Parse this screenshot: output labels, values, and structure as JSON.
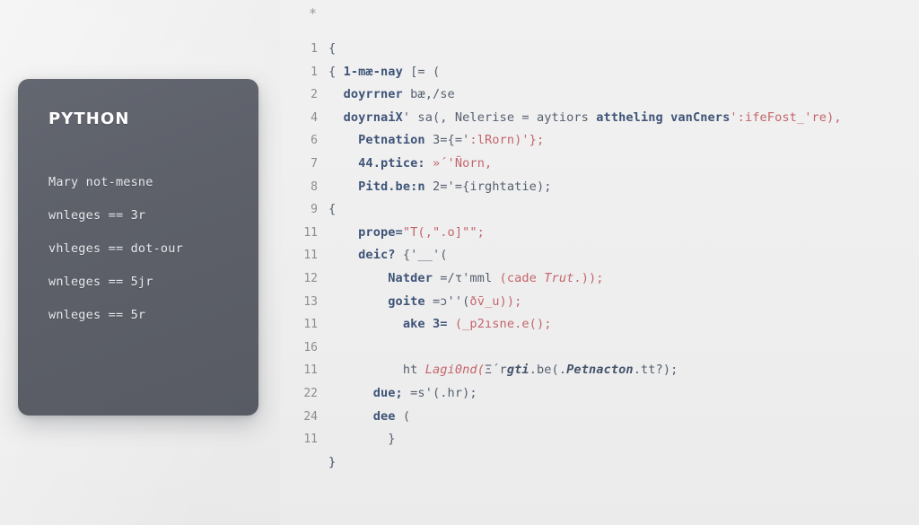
{
  "theme": {
    "background": "#eaeaea",
    "panel_background": "#efefef",
    "card_background": "#5d6069",
    "card_text": "#eceef1",
    "code_default": "#46536b",
    "code_string": "#c4656b",
    "code_keyword": "#3f5478",
    "line_number": "#8d8d8d",
    "marker": "#9a9a9a"
  },
  "card": {
    "title": "PYTHON",
    "lines": [
      "Mary not-mesne",
      "wnleges == 3r",
      "vhleges == dot-our",
      "wnleges == 5jr",
      "wnleges == 5r"
    ]
  },
  "editor": {
    "marker_glyph": "*",
    "closing_brace": "}",
    "rows": [
      {
        "line": "1",
        "segments": [
          {
            "t": "{",
            "c": "p"
          }
        ]
      },
      {
        "line": "1",
        "segments": [
          {
            "t": "{ ",
            "c": "p"
          },
          {
            "t": "1-mæ-nay ",
            "c": "k"
          },
          {
            "t": "[= (",
            "c": "p"
          }
        ]
      },
      {
        "line": "2",
        "segments": [
          {
            "t": "  doyrrner ",
            "c": "k"
          },
          {
            "t": "bæ,/se",
            "c": "p"
          }
        ]
      },
      {
        "line": "4",
        "segments": [
          {
            "t": "  doyrnaiX",
            "c": "k"
          },
          {
            "t": "' sa(, ",
            "c": "p"
          },
          {
            "t": "Nelerise = aytiors ",
            "c": "p"
          },
          {
            "t": "attheling vanCners",
            "c": "k"
          },
          {
            "t": "':ifeFost_'re),",
            "c": "s"
          }
        ]
      },
      {
        "line": "6",
        "segments": [
          {
            "t": "    Petnation ",
            "c": "k"
          },
          {
            "t": "3={='",
            "c": "p"
          },
          {
            "t": ":lRorn)'};",
            "c": "s"
          }
        ]
      },
      {
        "line": "7",
        "segments": [
          {
            "t": "    44.ptice: ",
            "c": "k"
          },
          {
            "t": "»´'Ñorn,",
            "c": "s"
          }
        ]
      },
      {
        "line": "8",
        "segments": [
          {
            "t": "    Pitd.be:n ",
            "c": "k"
          },
          {
            "t": "2='={irghtatie);",
            "c": "p"
          }
        ]
      },
      {
        "line": "9",
        "segments": [
          {
            "t": "{",
            "c": "p"
          }
        ]
      },
      {
        "line": "11",
        "segments": [
          {
            "t": "    prope=",
            "c": "k"
          },
          {
            "t": "\"T(,\".o]\"\";",
            "c": "s"
          }
        ]
      },
      {
        "line": "11",
        "segments": [
          {
            "t": "    deic? ",
            "c": "k"
          },
          {
            "t": "{'__'(",
            "c": "p"
          }
        ]
      },
      {
        "line": "12",
        "segments": [
          {
            "t": "        Natder ",
            "c": "k"
          },
          {
            "t": "=/τ'mml ",
            "c": "p"
          },
          {
            "t": "(cade ",
            "c": "s"
          },
          {
            "t": "Trut",
            "c": "i"
          },
          {
            "t": ".));",
            "c": "s"
          }
        ]
      },
      {
        "line": "13",
        "segments": [
          {
            "t": "        goite ",
            "c": "k"
          },
          {
            "t": "=ɔ''(",
            "c": "p"
          },
          {
            "t": "ðv̄_u));",
            "c": "s"
          }
        ]
      },
      {
        "line": "11",
        "segments": [
          {
            "t": "          ake 3= ",
            "c": "k"
          },
          {
            "t": "(_p2ısne.e();",
            "c": "s"
          }
        ]
      },
      {
        "line": "16",
        "segments": []
      },
      {
        "line": "11",
        "segments": [
          {
            "t": "          ht ",
            "c": "p"
          },
          {
            "t": "Lagi0nd(",
            "c": "i"
          },
          {
            "t": "Ξ´r",
            "c": "p"
          },
          {
            "t": "gti",
            "c": "bi"
          },
          {
            "t": ".be(.",
            "c": "p"
          },
          {
            "t": "Petnacton",
            "c": "bi"
          },
          {
            "t": ".tt?);",
            "c": "p"
          }
        ]
      },
      {
        "line": "22",
        "segments": [
          {
            "t": "      due; ",
            "c": "k"
          },
          {
            "t": "=ѕ'(.hr);",
            "c": "p"
          }
        ]
      },
      {
        "line": "24",
        "segments": [
          {
            "t": "      dee ",
            "c": "k"
          },
          {
            "t": "(",
            "c": "p"
          }
        ]
      },
      {
        "line": "11",
        "segments": [
          {
            "t": "        }",
            "c": "p"
          }
        ]
      }
    ]
  }
}
